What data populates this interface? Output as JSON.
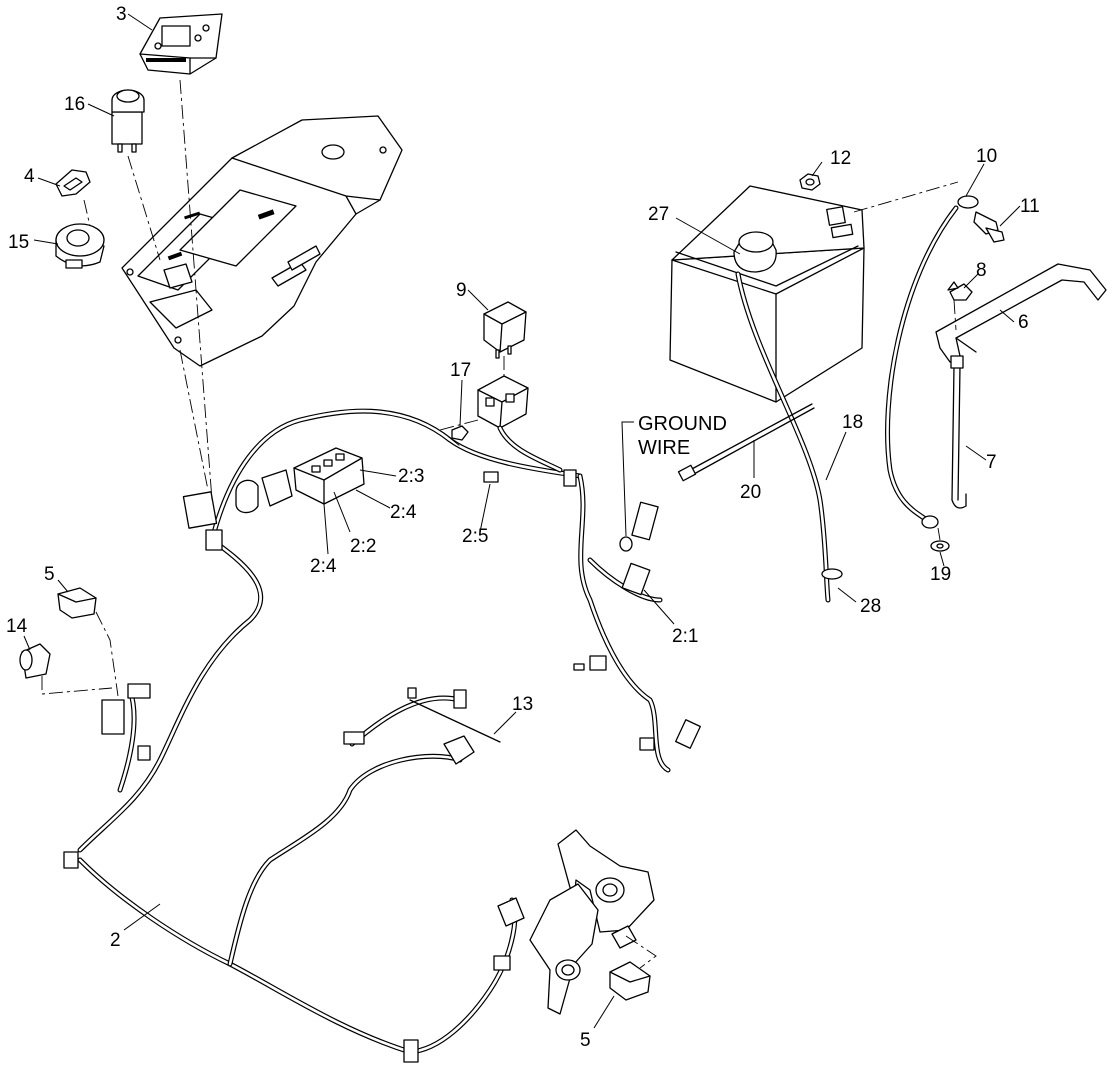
{
  "callouts": {
    "c3": "3",
    "c16": "16",
    "c4": "4",
    "c15": "15",
    "c12": "12",
    "c10": "10",
    "c11": "11",
    "c27": "27",
    "c8": "8",
    "c6": "6",
    "c9": "9",
    "c17": "17",
    "c18": "18",
    "c7": "7",
    "c20": "20",
    "c19": "19",
    "c28": "28",
    "c2_3": "2:3",
    "c2_4a": "2:4",
    "c2_2": "2:2",
    "c2_4b": "2:4",
    "c2_5": "2:5",
    "c2_1": "2:1",
    "c5a": "5",
    "c14": "14",
    "c13": "13",
    "c2": "2",
    "c5b": "5"
  },
  "ground_wire": {
    "line1": "GROUND",
    "line2": "WIRE"
  }
}
